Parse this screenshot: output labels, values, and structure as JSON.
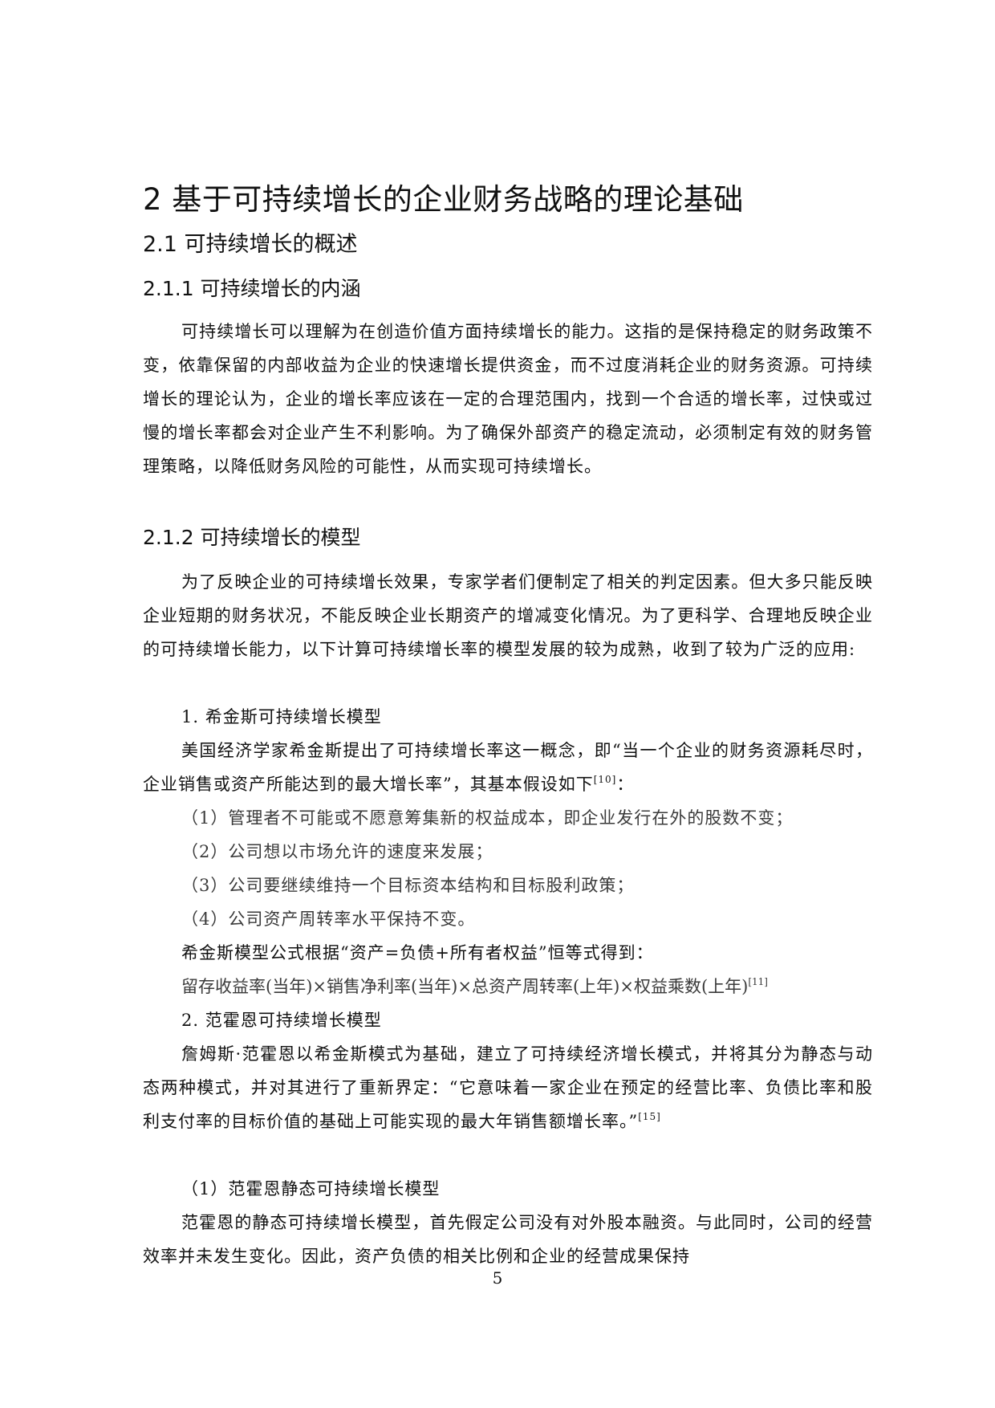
{
  "chapter_title": "2 基于可持续增长的企业财务战略的理论基础",
  "section_2_1": "2.1 可持续增长的概述",
  "section_2_1_1": "2.1.1 可持续增长的内涵",
  "para_2_1_1": "可持续增长可以理解为在创造价值方面持续增长的能力。这指的是保持稳定的财务政策不变，依靠保留的内部收益为企业的快速增长提供资金，而不过度消耗企业的财务资源。可持续增长的理论认为，企业的增长率应该在一定的合理范围内，找到一个合适的增长率，过快或过慢的增长率都会对企业产生不利影响。为了确保外部资产的稳定流动，必须制定有效的财务管理策略，以降低财务风险的可能性，从而实现可持续增长。",
  "section_2_1_2": "2.1.2 可持续增长的模型",
  "para_2_1_2": "为了反映企业的可持续增长效果，专家学者们便制定了相关的判定因素。但大多只能反映企业短期的财务状况，不能反映企业长期资产的增减变化情况。为了更科学、合理地反映企业的可持续增长能力，以下计算可持续增长率的模型发展的较为成熟，收到了较为广泛的应用:",
  "higgins": {
    "heading": "1. 希金斯可持续增长模型",
    "intro": "美国经济学家希金斯提出了可持续增长率这一概念，即“当一个企业的财务资源耗尽时，企业销售或资产所能达到的最大增长率”，其基本假设如下",
    "intro_ref": "[10]",
    "intro_end": "：",
    "assumptions": [
      "（1）管理者不可能或不愿意筹集新的权益成本，即企业发行在外的股数不变；",
      "（2）公司想以市场允许的速度来发展；",
      "（3）公司要继续维持一个目标资本结构和目标股利政策；",
      "（4）公司资产周转率水平保持不变。"
    ],
    "formula_intro": "希金斯模型公式根据“资产=负债+所有者权益”恒等式得到：",
    "formula": "留存收益率(当年)×销售净利率(当年)×总资产周转率(上年)×权益乘数(上年)",
    "formula_ref": "[11]"
  },
  "vanhorne": {
    "heading": "2. 范霍恩可持续增长模型",
    "intro": "詹姆斯·范霍恩以希金斯模式为基础，建立了可持续经济增长模式，并将其分为静态与动态两种模式，并对其进行了重新界定：“它意味着一家企业在预定的经营比率、负债比率和股利支付率的目标价值的基础上可能实现的最大年销售额增长率。”",
    "intro_ref": "[15]",
    "static_heading": "（1）范霍恩静态可持续增长模型",
    "static_para": "范霍恩的静态可持续增长模型，首先假定公司没有对外股本融资。与此同时，公司的经营效率并未发生变化。因此，资产负债的相关比例和企业的经营成果保持"
  },
  "page_number": "5"
}
